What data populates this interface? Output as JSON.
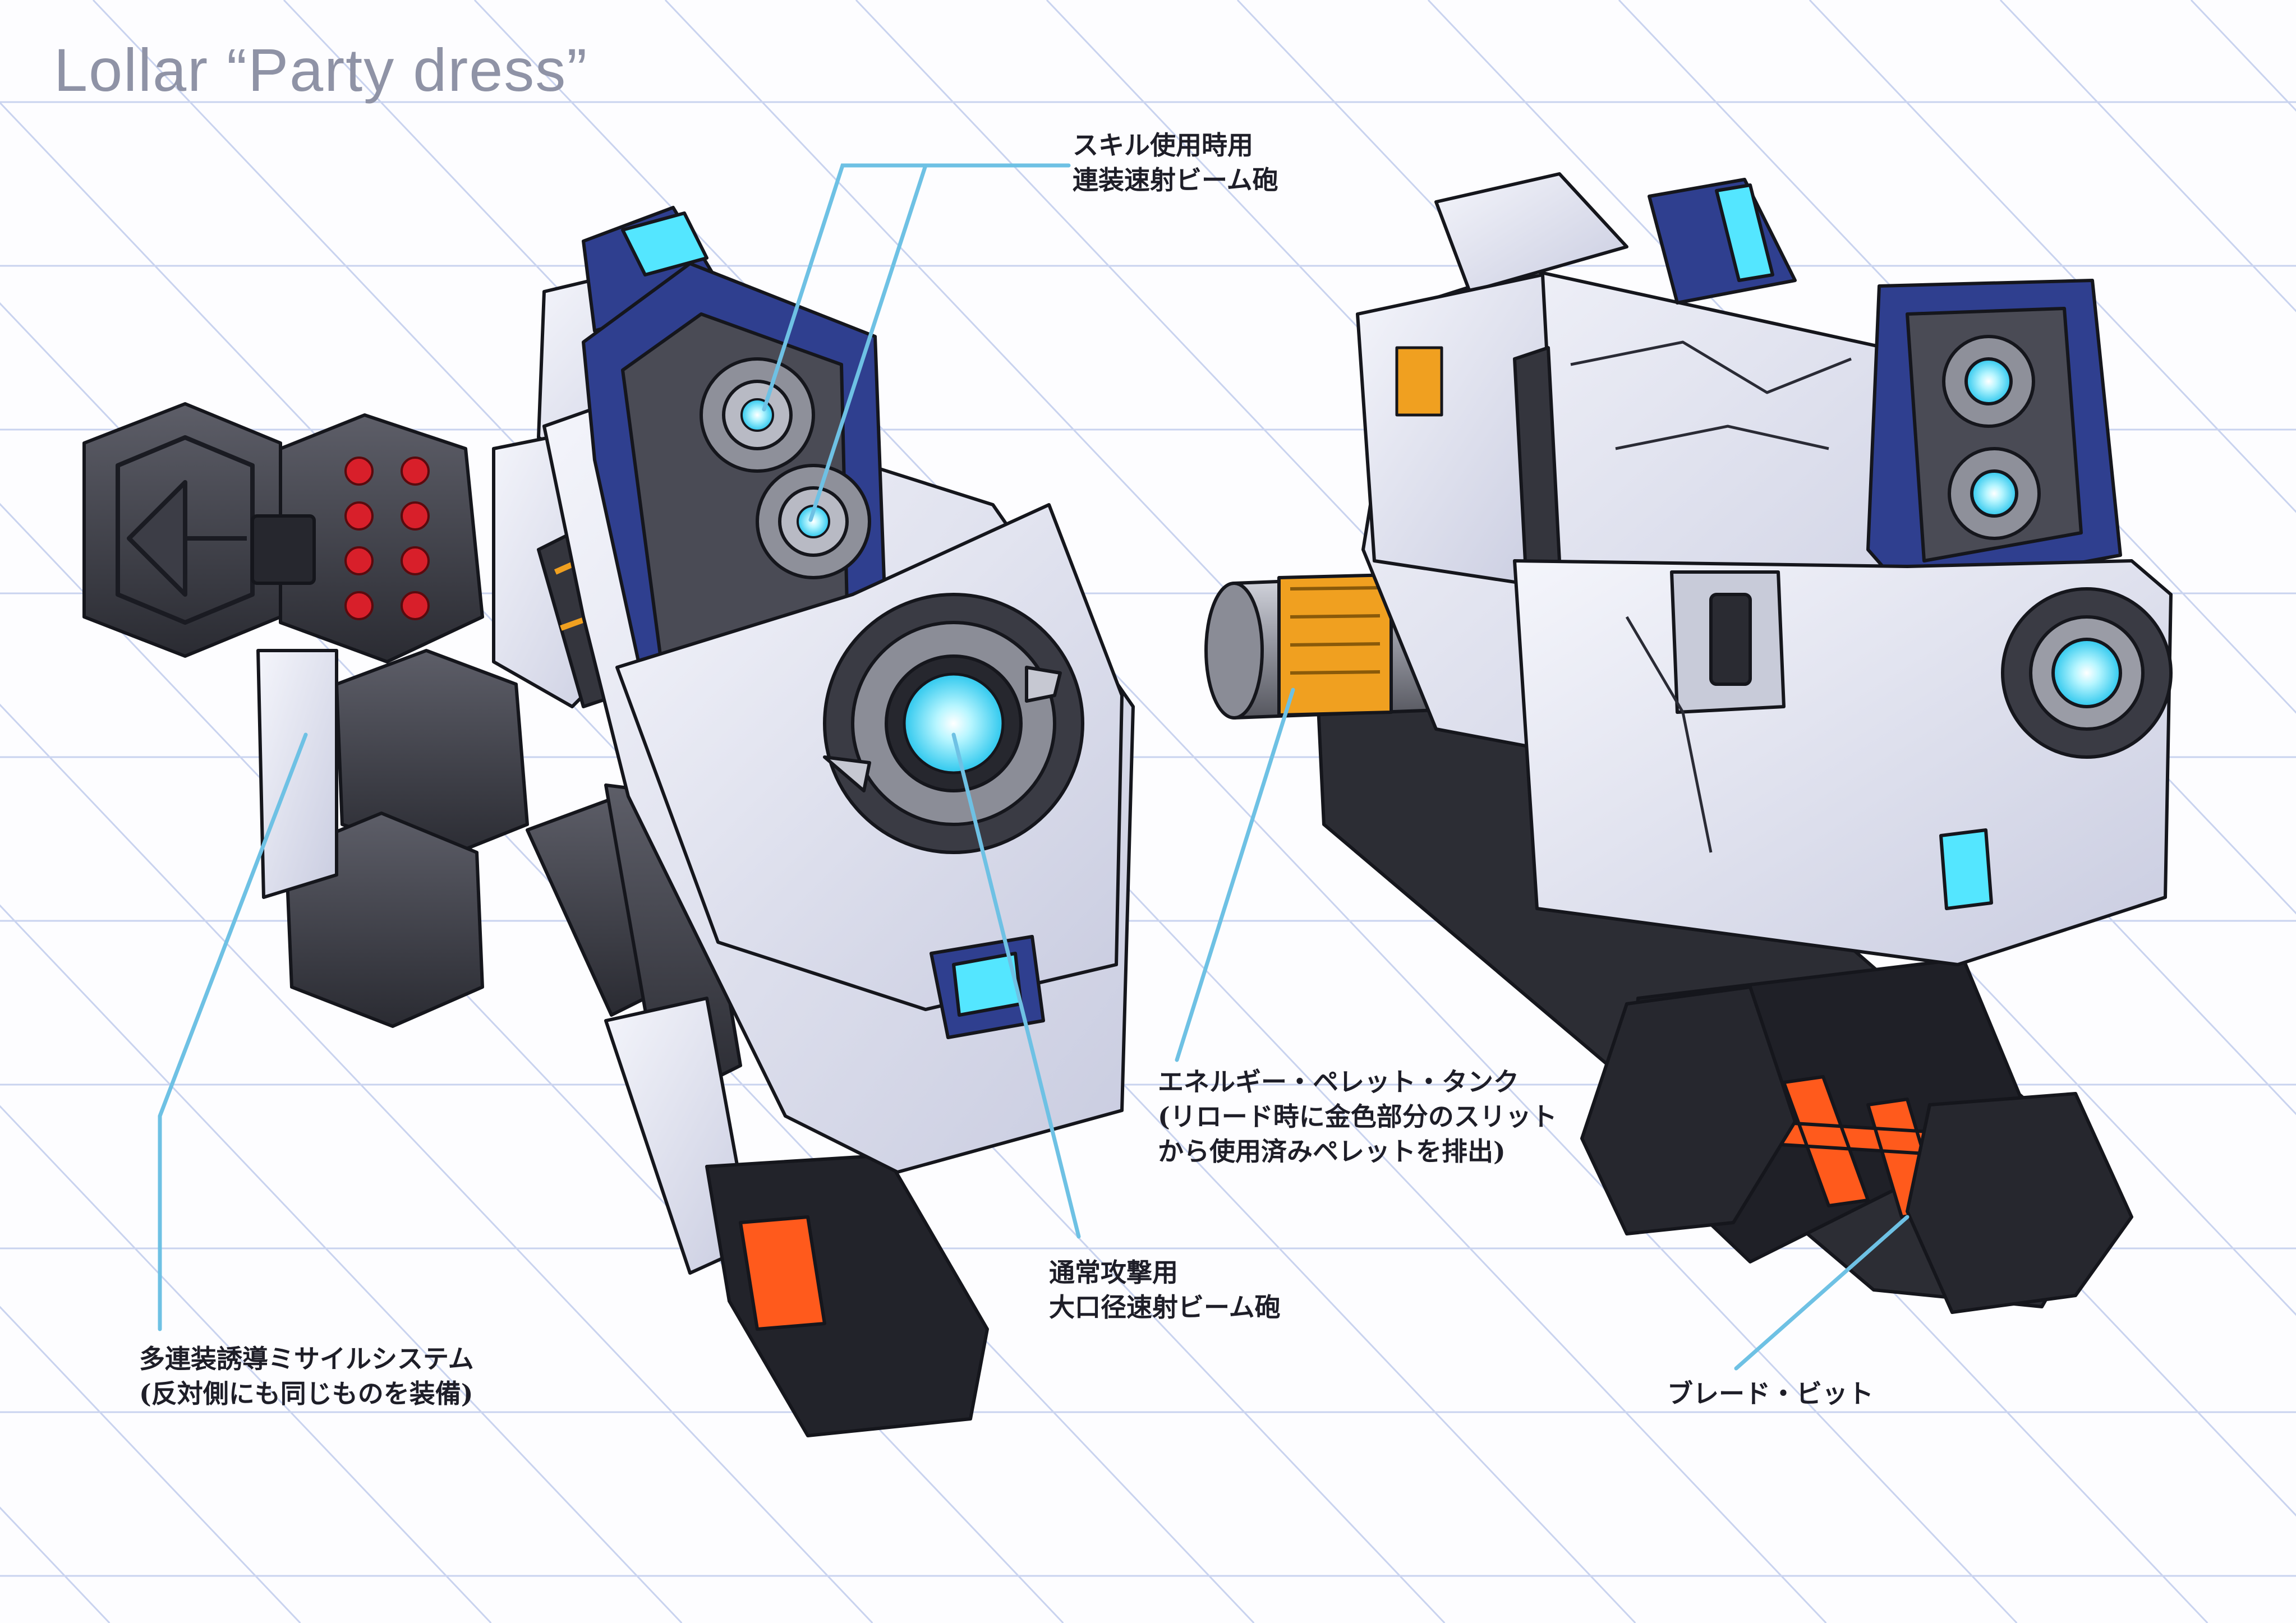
{
  "sheet": {
    "title": "Lollar “Party dress”"
  },
  "callouts": {
    "skill_beam": [
      "スキル使用時用",
      "連装速射ビーム砲"
    ],
    "normal_beam": [
      "通常攻撃用",
      "大口径速射ビーム砲"
    ],
    "missile_system": [
      "多連装誘導ミサイルシステム",
      "(反対側にも同じものを装備)"
    ],
    "pellet_tank": [
      "エネルギー・ペレット・タンク",
      "(リロード時に金色部分のスリット",
      "から使用済みペレットを排出)"
    ],
    "blade_bit": [
      "ブレード・ビット"
    ]
  },
  "colors": {
    "grid_line": "#c9d3ef",
    "leader_line": "#6ec1e4",
    "armor_white": "#e4e6f2",
    "armor_navy": "#2f3f8f",
    "metal_dark": "#4a4b55",
    "energy_cyan": "#54e6ff",
    "accent_orange": "#f0a020",
    "missile_red": "#d81f2a",
    "blade_red": "#ff5a1c"
  },
  "icons": {
    "front_unit": "robot-front-illustration-icon",
    "rear_unit": "robot-rear-illustration-icon"
  }
}
